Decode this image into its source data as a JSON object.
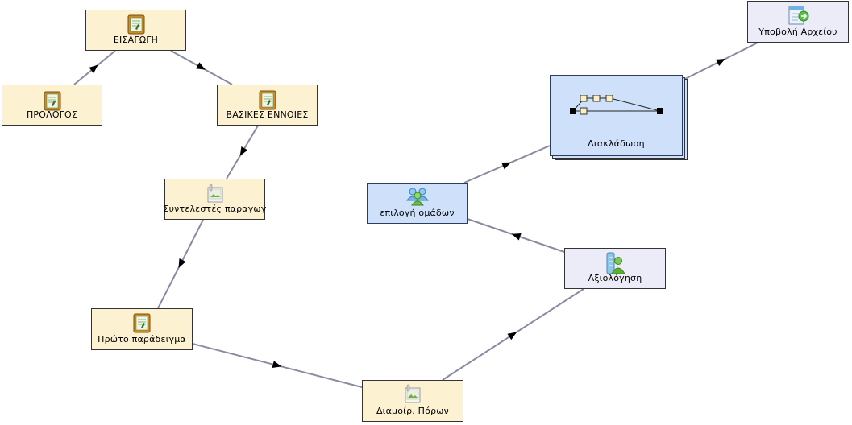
{
  "colors": {
    "activity_bg": "#fcf1d1",
    "group_bg": "#cfe0fb",
    "gate_bg": "#ecebf8",
    "link": "#8a8aa0",
    "arrow": "#000000"
  },
  "nodes": {
    "prologos": {
      "label": "ΠΡΟΛΟΓΟΣ",
      "icon": "notebook-icon"
    },
    "eisagogi": {
      "label": "ΕΙΣΑΓΩΓΗ",
      "icon": "notebook-icon"
    },
    "vasikes": {
      "label": "ΒΑΣΙΚΕΣ ΕΝΝΟΙΕΣ",
      "icon": "notebook-icon"
    },
    "syntelestes": {
      "label": "Συντελεστές παραγωγ",
      "icon": "image-resource-icon"
    },
    "proto": {
      "label": "Πρώτο παράδειγμα",
      "icon": "notebook-icon"
    },
    "diamoir": {
      "label": "Διαμοίρ. Πόρων",
      "icon": "image-resource-icon"
    },
    "axiologisi": {
      "label": "Αξιολόγηση",
      "icon": "assessment-user-icon"
    },
    "epilogi": {
      "label": "επιλογή ομάδων",
      "icon": "group-users-icon"
    },
    "diaklados": {
      "label": "Διακλάδωση",
      "icon": "branching-icon"
    },
    "ypovoli": {
      "label": "Υποβολή Αρχείου",
      "icon": "file-submit-icon"
    }
  }
}
